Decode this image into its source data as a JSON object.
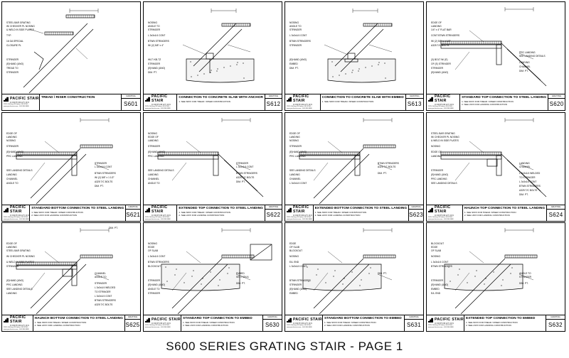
{
  "page_title": "S600 SERIES GRATING STAIR - PAGE 1",
  "company": {
    "brand": "PACIFIC STAIR",
    "sub": "CORPORATION",
    "address": "2525 Old Hwy 99 Salem OR 97301 - www.pacificstair.com - 503.390.8888"
  },
  "sheets": [
    {
      "id": "S601",
      "category": "GRATING",
      "title": "TREAD / RISER CONSTRUCTION",
      "notes": [],
      "labels": [
        "STEEL BAR GRATING",
        "W/ CHECKER PL NOSING",
        "& WELD IN SIDE PLATES",
        "TYP.",
        "16 GA SPECIAL",
        "CLOSURE PL",
        "STRINGER",
        "(E)HAND (UNO)",
        "TREAD TO",
        "STRINGER"
      ]
    },
    {
      "id": "S612",
      "category": "GRATING",
      "title": "CONNECTION TO CONCRETE SLAB WITH ANCHOR",
      "notes": [
        "1. SEE S6XX FOR TREAD / RISER CONSTRUCTION"
      ],
      "labels": [
        "NOSING",
        "ANGLE TO",
        "STRINGER",
        "L 3x3x1/4 CONT",
        "BTWN STRINGERS",
        "W/ (2) 5/8\" x 4\"",
        "HILTI KB-TZ",
        "STRINGER",
        "(E)HAND (UNO)",
        "DIM. PT."
      ]
    },
    {
      "id": "S613",
      "category": "GRATING",
      "title": "CONNECTION TO CONCRETE SLAB WITH EMBED",
      "notes": [
        "1. SEE S6XX FOR TREAD / RISER CONSTRUCTION"
      ],
      "labels": [
        "NOSING",
        "ANGLE TO",
        "STRINGER",
        "L 3x3x1/4 CONT",
        "BTWN STRINGERS",
        "STRINGER",
        "(E)HAND (UNO)",
        "EMBED",
        "DIM. PT."
      ]
    },
    {
      "id": "S620",
      "category": "GRATING",
      "title": "STANDARD TOP CONNECTION TO STEEL LANDING",
      "notes": [
        "1. SEE S6XX FOR TREAD / RISER CONSTRUCTION",
        "2. SEE L6XX FOR LANDING CONSTRUCTION"
      ],
      "labels": [
        "EDGE OF",
        "LANDING",
        "1/4\" x 4\" FLAT BAR",
        "CONT BTWN STRINGERS",
        "W/ (2) 5/8\" x 1 1/2\"",
        "A325 T/C BOLTS",
        "(3) BOLT W/ (E)",
        "OF (E) STRINGER",
        "STRINGER",
        "(E)HAND (UNO)",
        "PRC LANDING",
        "SEE LANDING DETAILS",
        "LANDING",
        "CHANNEL",
        "DIM. PT."
      ]
    },
    {
      "id": "S621",
      "category": "GRATING",
      "title": "STANDARD BOTTOM CONNECTION TO STEEL LANDING",
      "notes": [
        "1. SEE S6XX FOR TREAD / RISER CONSTRUCTION",
        "2. SEE L6XX FOR LANDING CONSTRUCTION"
      ],
      "labels": [
        "EDGE OF",
        "LANDING",
        "NOSING",
        "STRINGER",
        "(E)HAND (UNO)",
        "PRC LANDING",
        "SEE LANDING DETAILS",
        "LANDING",
        "CHANNEL",
        "ANGLE TO",
        "STRINGER",
        "L 3x3x1/4 CONT",
        "BTWN STRINGERS",
        "W/ (2) 5/8\" x 1 1/2\"",
        "A325 T/C BOLTS",
        "DIM. PT."
      ]
    },
    {
      "id": "S622",
      "category": "GRATING",
      "title": "EXTENDED TOP CONNECTION TO STEEL LANDING",
      "notes": [
        "1. SEE S6XX FOR TREAD / RISER CONSTRUCTION",
        "2. SEE L6XX FOR LANDING CONSTRUCTION"
      ],
      "labels": [
        "NOSING",
        "EDGE OF",
        "LANDING",
        "STRINGER",
        "(E)HAND (UNO)",
        "PRC LANDING",
        "SEE LANDING DETAILS",
        "LANDING",
        "CHANNEL",
        "ANGLE TO",
        "STRINGER",
        "L 3x3x1/4 CONT",
        "BTWN STRINGERS",
        "A325 T/C BOLTS",
        "DIM. PT."
      ]
    },
    {
      "id": "S623",
      "category": "GRATING",
      "title": "EXTENDED BOTTOM CONNECTION TO STEEL LANDING",
      "notes": [
        "1. SEE S6XX FOR TREAD / RISER CONSTRUCTION",
        "2. SEE L6XX FOR LANDING CONSTRUCTION"
      ],
      "labels": [
        "EDGE OF",
        "LANDING",
        "NOSING",
        "STRINGER",
        "(E)HAND (UNO)",
        "PRC LANDING",
        "SEE LANDING DETAILS",
        "LANDING",
        "CHANNEL",
        "L 3x3x1/4 CONT",
        "BTWN STRINGERS",
        "A325 T/C BOLTS",
        "DIM. PT."
      ]
    },
    {
      "id": "S624",
      "category": "GRATING",
      "title": "HAUNCH TOP CONNECTION TO STEEL LANDING",
      "notes": [
        "1. SEE S6XX FOR TREAD / RISER CONSTRUCTION",
        "2. SEE L6XX FOR LANDING CONSTRUCTION"
      ],
      "labels": [
        "STEEL BAR GRATING",
        "W/ CHECKER PL NOSING",
        "& WELD IN SIDE PLATES",
        "NOSING",
        "EDGE OF",
        "LANDING",
        "STRINGER",
        "(E)HAND (UNO)",
        "PRC LANDING",
        "SEE LANDING DETAILS",
        "LANDING",
        "CHANNEL",
        "L 3x3x1/4 WELDED",
        "TO STRINGER",
        "L 3x3x1/4 CONT",
        "BTWN STRINGERS",
        "A325 T/C BOLTS",
        "DIM. PT."
      ]
    },
    {
      "id": "S625",
      "category": "GRATING",
      "title": "HAUNCH BOTTOM CONNECTION TO STEEL LANDING",
      "notes": [
        "1. SEE S6XX FOR TREAD / RISER CONSTRUCTION",
        "2. SEE L6XX FOR LANDING CONSTRUCTION"
      ],
      "labels": [
        "EDGE OF",
        "LANDING",
        "STEEL BAR GRATING",
        "W/ CHECKER PL NOSING",
        "& WELD IN SIDE PLATES",
        "STRINGER",
        "(E)HAND (UNO)",
        "PRC LANDING",
        "SEE LANDING DETAILS",
        "LANDING",
        "CHANNEL",
        "ANGLE TO",
        "STRINGER",
        "L 3x3x1/4 WELDED",
        "TO STRINGER",
        "L 3x3x1/4 CONT",
        "BTWN STRINGERS",
        "A325 T/C BOLTS",
        "DIM. PT."
      ]
    },
    {
      "id": "S630",
      "category": "GRATING",
      "title": "STANDARD TOP CONNECTION TO EMBED",
      "notes": [
        "1. SEE S6XX FOR TREAD / RISER CONSTRUCTION",
        "2. SEE L6XX FOR LANDING CONSTRUCTION"
      ],
      "labels": [
        "NOSING",
        "EDGE",
        "OF SLAB",
        "L 3x3x1/4 CONT",
        "BTWN STRINGERS",
        "BLOCKOUT",
        "STRINGER",
        "(E)HAND (UNO)",
        "ANGLE TO",
        "STRINGER",
        "EMBED",
        "SECTION A",
        "DIM. PT."
      ]
    },
    {
      "id": "S631",
      "category": "GRATING",
      "title": "STANDARD BOTTOM CONNECTION TO EMBED",
      "notes": [
        "1. SEE S6XX FOR TREAD / RISER CONSTRUCTION",
        "2. SEE L6XX FOR LANDING CONSTRUCTION"
      ],
      "labels": [
        "EDGE",
        "OF SLAB",
        "BLOCKOUT",
        "NOSING",
        "EA. END",
        "L 3x3x1/4 CONT",
        "BTWN STRINGERS",
        "STRINGER",
        "(E)HAND (UNO)",
        "EMBED",
        "DIM. PT."
      ]
    },
    {
      "id": "S632",
      "category": "GRATING",
      "title": "EXTENDED TOP CONNECTION TO EMBED",
      "notes": [
        "1. SEE S6XX FOR TREAD / RISER CONSTRUCTION",
        "2. SEE L6XX FOR LANDING CONSTRUCTION"
      ],
      "labels": [
        "BLOCKOUT",
        "EDGE",
        "OF SLAB",
        "NOSING",
        "L 3x3x1/4 CONT",
        "BTWN STRINGERS",
        "STRINGER",
        "(E)HAND (UNO)",
        "EMBED",
        "EA. END",
        "ANGLE TO",
        "STRINGER",
        "DIM. PT."
      ]
    }
  ],
  "colors": {
    "ink": "#000000",
    "paper": "#ffffff",
    "concrete": "#f4f4f4"
  }
}
